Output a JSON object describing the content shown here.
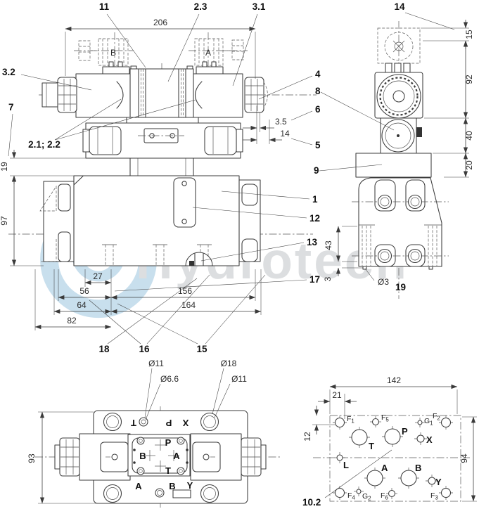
{
  "watermark": {
    "text": "Hydrotech",
    "logo_color": "#c3dcec",
    "text_color": "#d9dbdd"
  },
  "front": {
    "solenoids": {
      "left": "B",
      "right": "A"
    },
    "dims": {
      "w206": "206",
      "d3_5": "3.5",
      "d14": "14",
      "h19": "19",
      "h97": "97",
      "d27": "27",
      "d56": "56",
      "d64": "64",
      "d82": "82",
      "d156": "156",
      "d164": "164"
    },
    "callouts": {
      "c11": "11",
      "c2_3": "2.3",
      "c3_1": "3.1",
      "c3_2": "3.2",
      "c7": "7",
      "c21_22": "2.1; 2.2",
      "c4": "4",
      "c6": "6",
      "c5": "5",
      "c1": "1",
      "c12": "12",
      "c13": "13",
      "c17": "17",
      "c18": "18",
      "c16": "16",
      "c15": "15"
    }
  },
  "side": {
    "dims": {
      "h15": "15",
      "h92": "92",
      "h40": "40",
      "h20": "20",
      "h43": "43",
      "h3": "3",
      "dia3": "Ø3"
    },
    "callouts": {
      "c14": "14",
      "c8": "8",
      "c9": "9",
      "c19": "19"
    }
  },
  "bottom": {
    "dims": {
      "dia11a": "Ø11",
      "dia66": "Ø6.6",
      "dia18": "Ø18",
      "dia11b": "Ø11",
      "h93": "93"
    },
    "ports": {
      "top_t": "T",
      "top_p": "P",
      "top_x": "X",
      "mid_p": "P",
      "mid_b": "B",
      "mid_a": "A",
      "mid_t": "T",
      "bot_a": "A",
      "bot_b": "B",
      "bot_y": "Y"
    }
  },
  "iface": {
    "callout": "10.2",
    "dims": {
      "w142": "142",
      "w21": "21",
      "h12": "12",
      "h94": "94"
    },
    "ports": {
      "t": "T",
      "p": "P",
      "x": "X",
      "l": "L",
      "a": "A",
      "b": "B",
      "y": "Y"
    },
    "bolts": {
      "f1": [
        "F",
        "1"
      ],
      "f5": [
        "F",
        "5"
      ],
      "g1": [
        "G",
        "1"
      ],
      "f2": [
        "F",
        "2"
      ],
      "f4": [
        "F",
        "4"
      ],
      "g2": [
        "G",
        "2"
      ],
      "f6": [
        "F",
        "6"
      ],
      "f3": [
        "F",
        "3"
      ]
    }
  }
}
